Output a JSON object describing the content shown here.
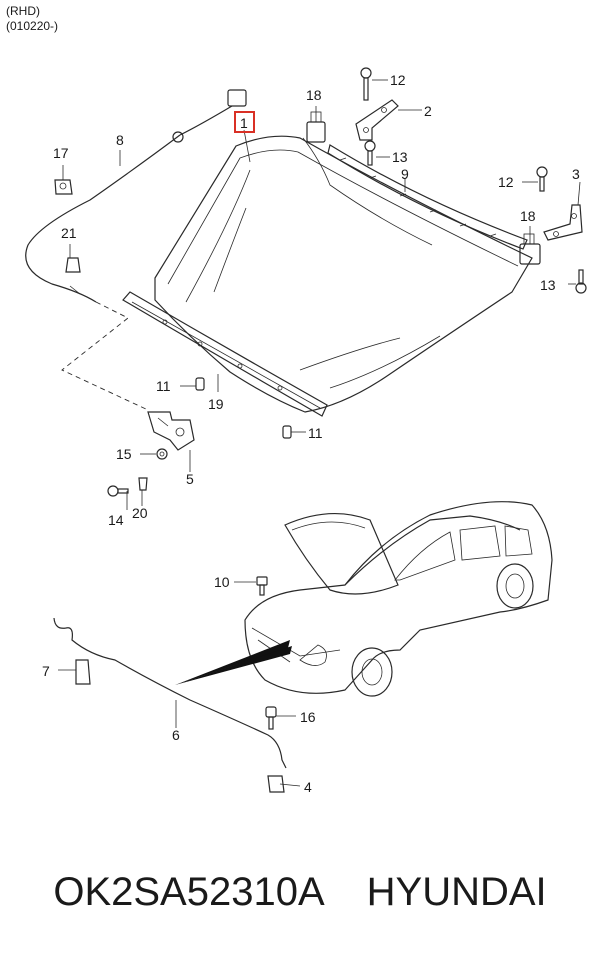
{
  "header": {
    "variant": "(RHD)",
    "date_range": "(010220-)"
  },
  "callouts": {
    "c1": "1",
    "c2": "2",
    "c3": "3",
    "c4": "4",
    "c5": "5",
    "c6": "6",
    "c7": "7",
    "c8": "8",
    "c9": "9",
    "c10": "10",
    "c11a": "11",
    "c11b": "11",
    "c12a": "12",
    "c12b": "12",
    "c13a": "13",
    "c13b": "13",
    "c14": "14",
    "c15": "15",
    "c16": "16",
    "c17": "17",
    "c18a": "18",
    "c18b": "18",
    "c19": "19",
    "c20": "20",
    "c21": "21"
  },
  "highlight": {
    "callout": "1",
    "color": "#d93025"
  },
  "footer": {
    "part_number": "OK2SA52310A",
    "brand": "HYUNDAI"
  }
}
